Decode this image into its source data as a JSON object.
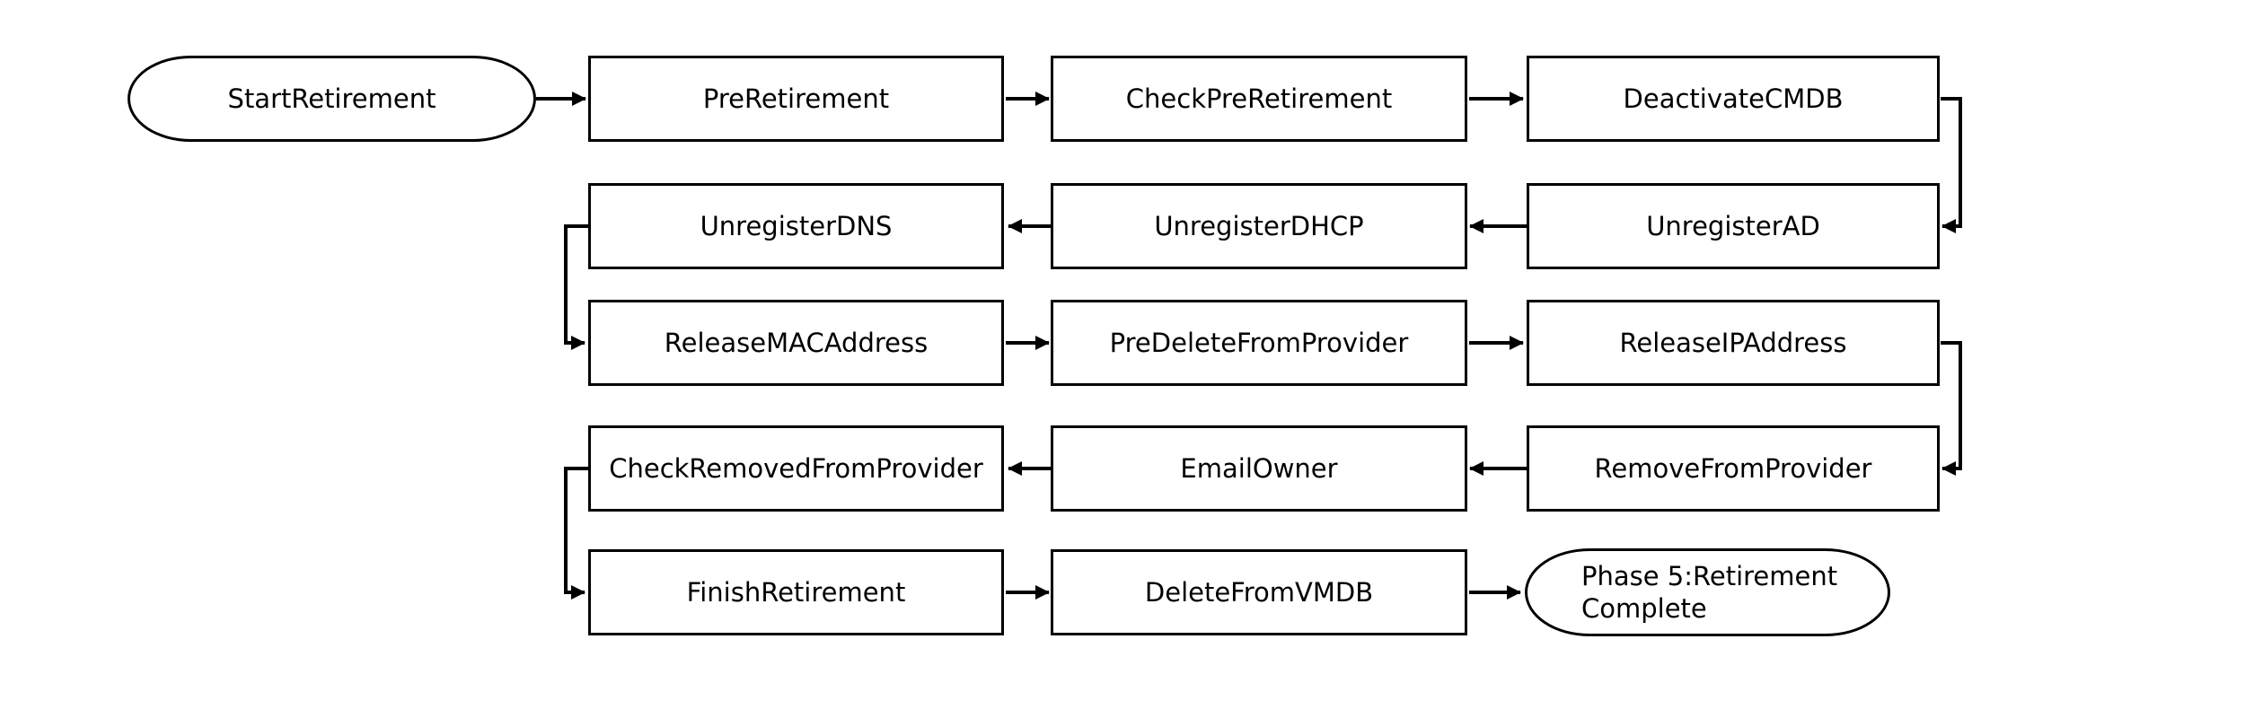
{
  "diagram": {
    "background_color": "#ffffff",
    "node_fill_color": "#ffffff",
    "line_color": "#000000",
    "nodes": [
      {
        "id": "start",
        "label": "StartRetirement",
        "shape": "ellipse"
      },
      {
        "id": "pre_retirement",
        "label": "PreRetirement",
        "shape": "box"
      },
      {
        "id": "check_pre_retirement",
        "label": "CheckPreRetirement",
        "shape": "box"
      },
      {
        "id": "deactivate_cmdb",
        "label": "DeactivateCMDB",
        "shape": "box"
      },
      {
        "id": "unregister_dns",
        "label": "UnregisterDNS",
        "shape": "box"
      },
      {
        "id": "unregister_dhcp",
        "label": "UnregisterDHCP",
        "shape": "box"
      },
      {
        "id": "unregister_ad",
        "label": "UnregisterAD",
        "shape": "box"
      },
      {
        "id": "release_mac_address",
        "label": "ReleaseMACAddress",
        "shape": "box"
      },
      {
        "id": "pre_delete_from_provider",
        "label": "PreDeleteFromProvider",
        "shape": "box"
      },
      {
        "id": "release_ip_address",
        "label": "ReleaseIPAddress",
        "shape": "box"
      },
      {
        "id": "check_removed_from_provider",
        "label": "CheckRemovedFromProvider",
        "shape": "box"
      },
      {
        "id": "email_owner",
        "label": "EmailOwner",
        "shape": "box"
      },
      {
        "id": "remove_from_provider",
        "label": "RemoveFromProvider",
        "shape": "box"
      },
      {
        "id": "finish_retirement",
        "label": "FinishRetirement",
        "shape": "box"
      },
      {
        "id": "delete_from_vmdb",
        "label": "DeleteFromVMDB",
        "shape": "box"
      },
      {
        "id": "retirement_complete",
        "label": "Phase 5:Retirement Complete",
        "shape": "ellipse",
        "lines": [
          "Phase 5:Retirement",
          "Complete"
        ]
      }
    ],
    "edges": [
      {
        "from": "StartRetirement",
        "to": "PreRetirement"
      },
      {
        "from": "PreRetirement",
        "to": "CheckPreRetirement"
      },
      {
        "from": "CheckPreRetirement",
        "to": "DeactivateCMDB"
      },
      {
        "from": "DeactivateCMDB",
        "to": "UnregisterAD"
      },
      {
        "from": "UnregisterAD",
        "to": "UnregisterDHCP"
      },
      {
        "from": "UnregisterDHCP",
        "to": "UnregisterDNS"
      },
      {
        "from": "UnregisterDNS",
        "to": "ReleaseMACAddress"
      },
      {
        "from": "ReleaseMACAddress",
        "to": "PreDeleteFromProvider"
      },
      {
        "from": "PreDeleteFromProvider",
        "to": "ReleaseIPAddress"
      },
      {
        "from": "ReleaseIPAddress",
        "to": "RemoveFromProvider"
      },
      {
        "from": "RemoveFromProvider",
        "to": "EmailOwner"
      },
      {
        "from": "EmailOwner",
        "to": "CheckRemovedFromProvider"
      },
      {
        "from": "CheckRemovedFromProvider",
        "to": "FinishRetirement"
      },
      {
        "from": "FinishRetirement",
        "to": "DeleteFromVMDB"
      },
      {
        "from": "DeleteFromVMDB",
        "to": "Phase 5:Retirement Complete"
      }
    ]
  }
}
